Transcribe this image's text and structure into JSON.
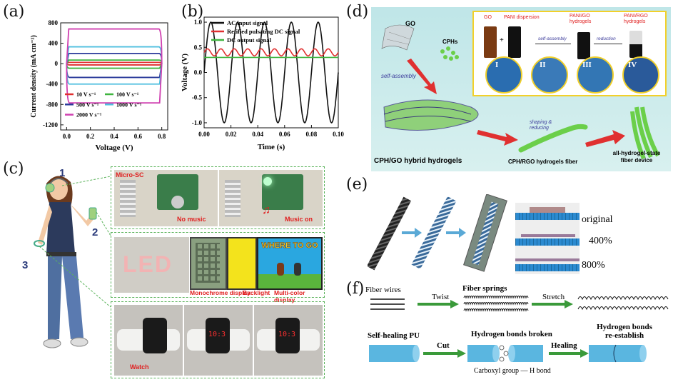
{
  "panel_labels": {
    "a": "(a)",
    "b": "(b)",
    "c": "(c)",
    "d": "(d)",
    "e": "(e)",
    "f": "(f)"
  },
  "colors": {
    "green_arrow": "#3a9a3a",
    "cyan": "#5aa9d6",
    "dash_green": "#5bb35b",
    "red_text": "#e02020",
    "d_bg": "#bfe1e3"
  },
  "chart_data": [
    {
      "type": "line",
      "panel": "a",
      "xlabel": "Voltage (V)",
      "ylabel": "Current density (mA cm⁻²)",
      "xlim": [
        -0.05,
        0.85
      ],
      "ylim": [
        -1300,
        800
      ],
      "xticks": [
        "0.0",
        "0.2",
        "0.4",
        "0.6",
        "0.8"
      ],
      "yticks": [
        "-1200",
        "-800",
        "-400",
        "0",
        "400",
        "800"
      ],
      "legend": {
        "placement": "bottom-left",
        "entries": [
          "10 V s⁻¹",
          "100 V s⁻¹",
          "500 V s⁻¹",
          "1000 V s⁻¹",
          "2000 V s⁻¹"
        ]
      },
      "series": [
        {
          "name": "10 V s⁻¹",
          "color": "#e03030",
          "top": 25,
          "bottom": -25
        },
        {
          "name": "100 V s⁻¹",
          "color": "#3fb53f",
          "top": 70,
          "bottom": -90
        },
        {
          "name": "500 V s⁻¹",
          "color": "#2a3a9a",
          "top": 200,
          "bottom": -270
        },
        {
          "name": "1000 V s⁻¹",
          "color": "#4fbfdf",
          "top": 330,
          "bottom": -400
        },
        {
          "name": "2000 V s⁻¹",
          "color": "#d040b0",
          "top": 680,
          "bottom": -770
        }
      ]
    },
    {
      "type": "line",
      "panel": "b",
      "xlabel": "Time (s)",
      "ylabel": "Voltage (V)",
      "xlim": [
        0,
        0.1
      ],
      "ylim": [
        -1.1,
        1.1
      ],
      "xticks": [
        "0.00",
        "0.02",
        "0.04",
        "0.06",
        "0.08",
        "0.10"
      ],
      "yticks": [
        "-1.0",
        "-0.5",
        "0.0",
        "0.5",
        "1.0"
      ],
      "legend": {
        "placement": "top-right",
        "entries": [
          "AC input signal",
          "Retified pulsating DC signal",
          "DC output signal"
        ]
      },
      "series": [
        {
          "name": "AC input signal",
          "color": "#111111",
          "amplitude": 1.0,
          "period": 0.02,
          "form": "sine"
        },
        {
          "name": "Retified pulsating DC signal",
          "color": "#e03030",
          "mean": 0.4,
          "ripple": 0.07,
          "period": 0.01,
          "form": "ripple"
        },
        {
          "name": "DC output signal",
          "color": "#3fb53f",
          "value": 0.3,
          "form": "flat"
        }
      ]
    }
  ],
  "panel_c": {
    "numbers": [
      "1",
      "2",
      "3"
    ],
    "micro_sc": "Micro-SC",
    "no_music": "No music",
    "music_on": "Music on",
    "led_text": "LED",
    "monochrome": "Monochrome display",
    "backlight": "Backlight",
    "multicolor": "Multi-color display",
    "where_to_go": "WHERE TO GO",
    "watch": "Watch",
    "watch_digits": [
      "10:3",
      "10:3"
    ]
  },
  "panel_d": {
    "go": "GO",
    "cphs": "CPHs",
    "self_assembly": "self-assembly",
    "vial_labels": [
      "GO",
      "PANI dispersion",
      "PANI/GO hydrogels",
      "PANI/RGO hydrogels"
    ],
    "plus": "+",
    "self_assembly2": "self-assembly",
    "reduction": "reduction",
    "roman": [
      "I",
      "II",
      "III",
      "IV"
    ],
    "shaping": "shaping & reducing",
    "hybrid": "CPH/GO hybrid hydrogels",
    "fiber": "CPH/RGO hydrogels fiber",
    "device": "all-hydrogel-state fiber device"
  },
  "panel_e": {
    "original": "original",
    "p400": "400%",
    "p800": "800%"
  },
  "panel_f": {
    "fiber_wires": "Fiber wires",
    "twist": "Twist",
    "fiber_springs": "Fiber springs",
    "stretch": "Stretch",
    "self_healing": "Self-healing PU",
    "cut": "Cut",
    "broken": "Hydrogen bonds broken",
    "healing": "Healing",
    "reestablish1": "Hydrogen bonds",
    "reestablish2": "re-establish",
    "legend": "Carboxyl group  — H bond"
  }
}
